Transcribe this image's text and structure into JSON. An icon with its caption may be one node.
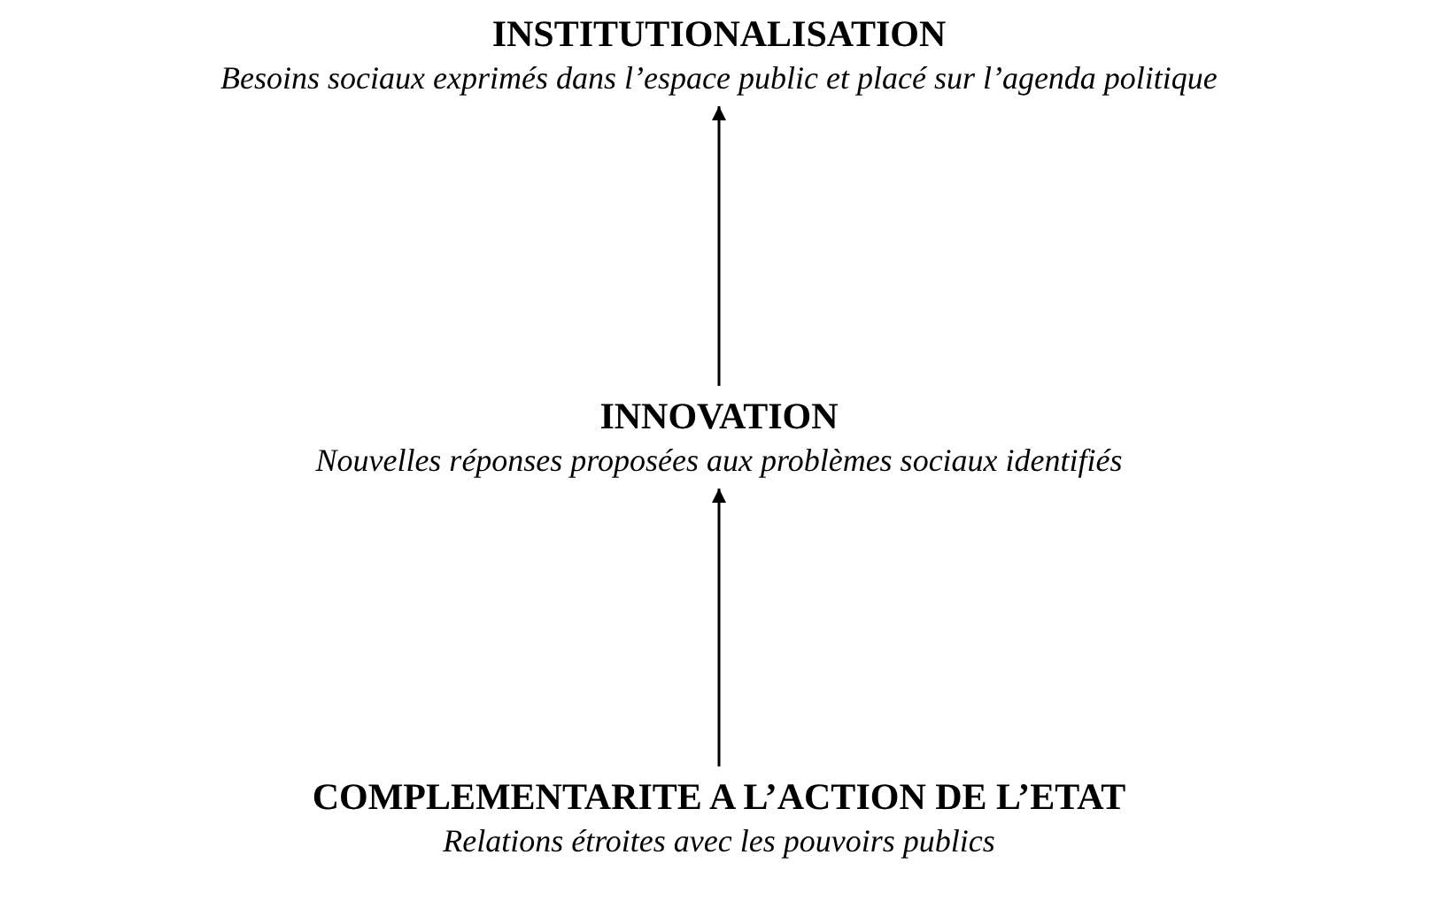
{
  "diagram": {
    "nodes": [
      {
        "text": [
          "INSTITUTIONALISATION",
          "Besoins sociaux exprimés dans l’espace public et placé sur l’agenda politique"
        ]
      },
      {
        "text": [
          "INNOVATION",
          "Nouvelles réponses proposées aux problèmes sociaux identifiés"
        ]
      },
      {
        "text": [
          "COMPLEMENTARITE A L’ACTION DE L’ETAT",
          "Relations étroites avec les pouvoirs publics"
        ]
      }
    ],
    "edges": [
      {
        "from": 1,
        "to": 0,
        "arrow": "to"
      },
      {
        "from": 2,
        "to": 1,
        "arrow": "to"
      }
    ]
  }
}
